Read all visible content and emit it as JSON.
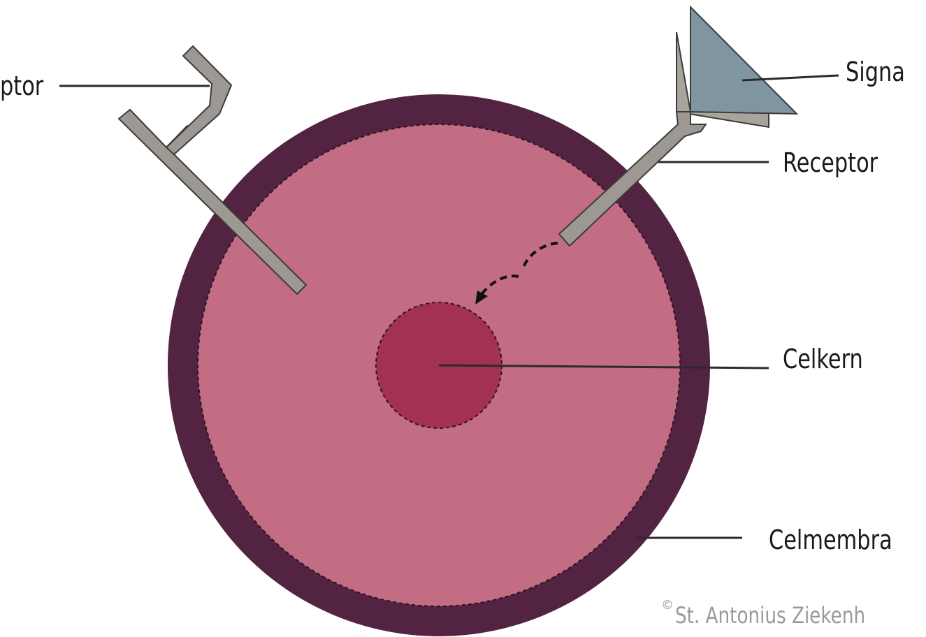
{
  "labels": {
    "receptor_left": "ptor",
    "signal": "Signa",
    "receptor_right": "Receptor",
    "nucleus": "Celkern",
    "membrane": "Celmembra"
  },
  "credit": {
    "symbol": "©",
    "text": "St. Antonius Ziekenh"
  },
  "colors": {
    "membrane": "#532342",
    "cytoplasm": "#c36d84",
    "nucleus": "#a33252",
    "receptor_fill": "#9d9992",
    "receptor_outline": "#3b3b3b",
    "signal_fill": "#7f96a1",
    "signal_shadow": "#a8a49b",
    "credit_text": "#9a9a9a"
  }
}
